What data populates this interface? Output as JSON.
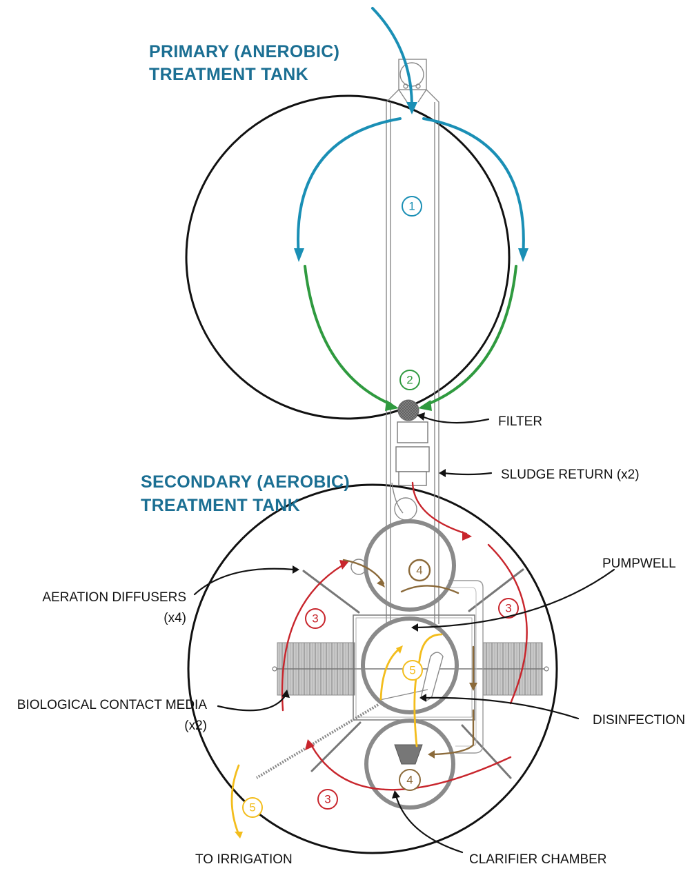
{
  "titles": {
    "primary_line1": "PRIMARY (ANEROBIC)",
    "primary_line2": "TREATMENT TANK",
    "secondary_line1": "SECONDARY (AEROBIC)",
    "secondary_line2": "TREATMENT TANK"
  },
  "labels": {
    "filter": "FILTER",
    "sludge_return": "SLUDGE RETURN (x2)",
    "pumpwell": "PUMPWELL",
    "aeration_line1": "AERATION DIFFUSERS",
    "aeration_line2": "(x4)",
    "media_line1": "BIOLOGICAL CONTACT MEDIA",
    "media_line2": "(x2)",
    "disinfection": "DISINFECTION",
    "irrigation": "TO IRRIGATION",
    "clarifier": "CLARIFIER CHAMBER"
  },
  "stages": {
    "s1": "1",
    "s2": "2",
    "s3": "3",
    "s4": "4",
    "s5": "5"
  },
  "colors": {
    "title": "#1b6f93",
    "stage1": "#1a8fb5",
    "stage2": "#2f9a3f",
    "stage3": "#c8252c",
    "stage4": "#8b6a3a",
    "stage5": "#f3bd1c",
    "tank_outline": "#111111",
    "equipment": "#7a7a7a"
  }
}
